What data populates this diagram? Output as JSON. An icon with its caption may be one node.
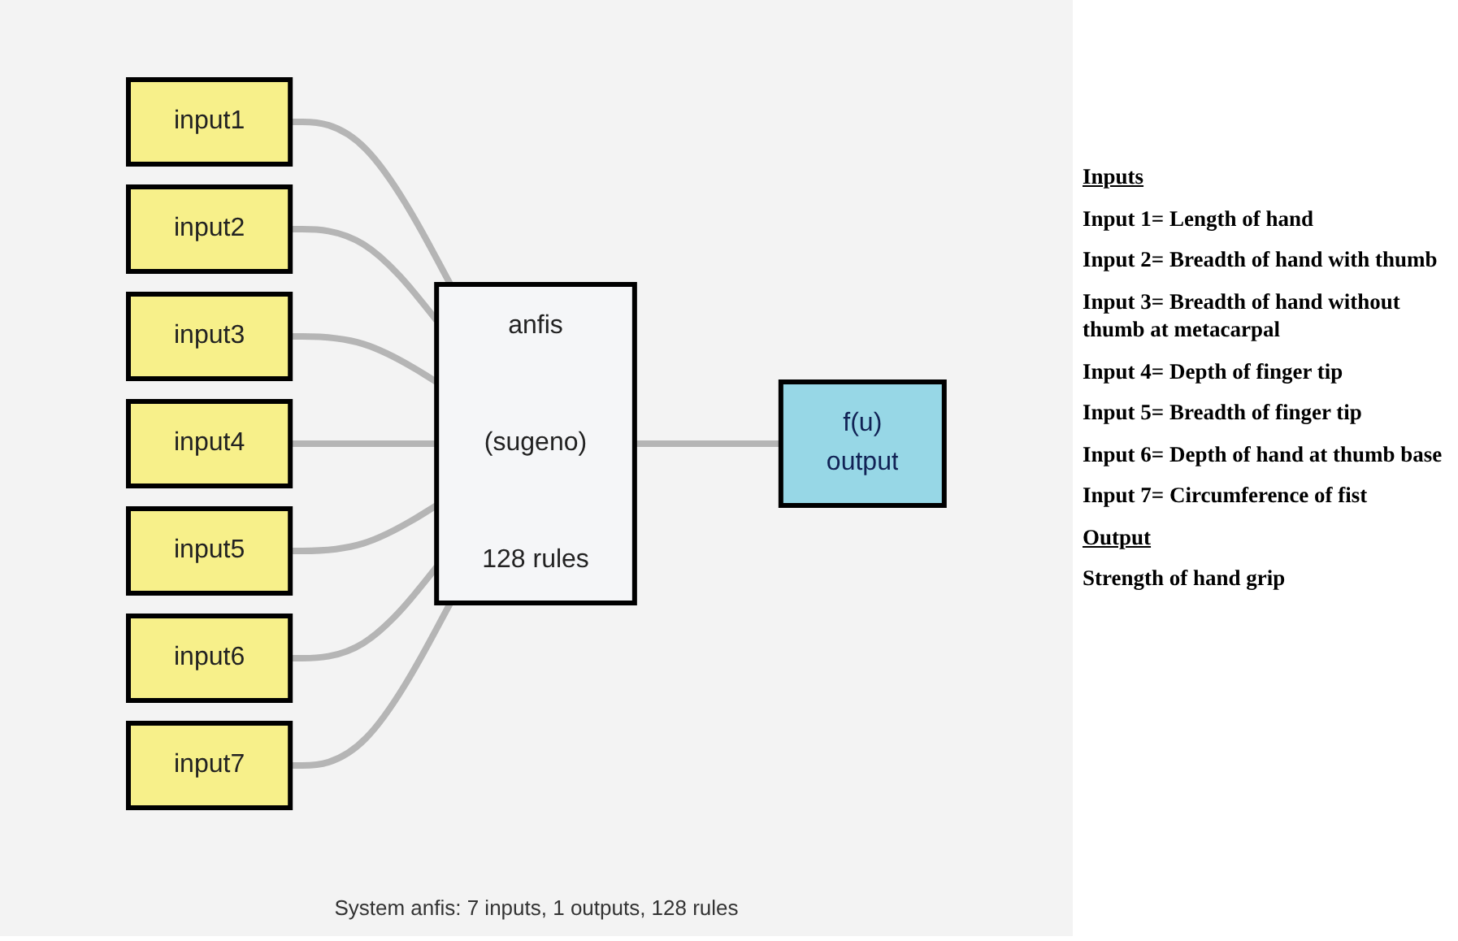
{
  "diagram": {
    "caption": "System anfis: 7 inputs, 1 outputs, 128 rules",
    "nodes": [
      {
        "text": [
          "input1"
        ]
      },
      {
        "text": [
          "input2"
        ]
      },
      {
        "text": [
          "input3"
        ]
      },
      {
        "text": [
          "input4"
        ]
      },
      {
        "text": [
          "input5"
        ]
      },
      {
        "text": [
          "input6"
        ]
      },
      {
        "text": [
          "input7"
        ]
      },
      {
        "text": [
          "anfis",
          "(sugeno)",
          "128 rules"
        ]
      },
      {
        "text": [
          "f(u)",
          "output"
        ]
      }
    ],
    "edges": [
      {
        "from": 0,
        "to": 7,
        "arrow": "none"
      },
      {
        "from": 1,
        "to": 7,
        "arrow": "none"
      },
      {
        "from": 2,
        "to": 7,
        "arrow": "none"
      },
      {
        "from": 3,
        "to": 7,
        "arrow": "none"
      },
      {
        "from": 4,
        "to": 7,
        "arrow": "none"
      },
      {
        "from": 5,
        "to": 7,
        "arrow": "none"
      },
      {
        "from": 6,
        "to": 7,
        "arrow": "none"
      },
      {
        "from": 7,
        "to": 8,
        "arrow": "none"
      }
    ],
    "labels": [
      "Inputs",
      "Input 1= Length of hand",
      "Input 2= Breadth of hand with thumb",
      "Input 3= Breadth of hand without thumb at metacarpal",
      "Input 4= Depth of finger tip",
      "Input 5= Breadth of finger tip",
      "Input 6= Depth of hand at thumb base",
      "Input 7= Circumference of fist",
      "Output",
      "Strength of hand grip"
    ]
  }
}
